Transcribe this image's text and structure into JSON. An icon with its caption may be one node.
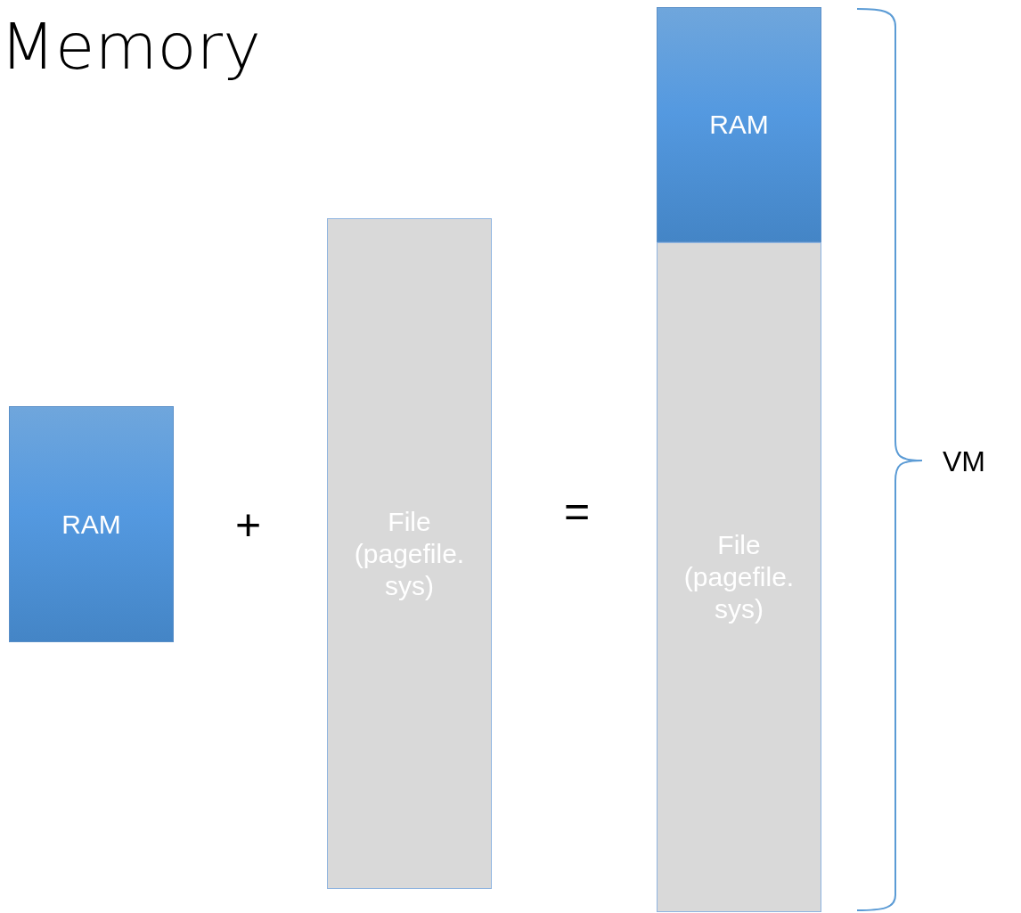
{
  "diagram": {
    "title": "Memory",
    "nodes": [
      {
        "text": [
          "RAM"
        ]
      },
      {
        "text": [
          "File (pagefile. sys)"
        ]
      },
      {
        "text": [
          "RAM"
        ]
      },
      {
        "text": [
          "File (pagefile. sys)"
        ]
      }
    ],
    "labels": [
      "+",
      "=",
      "VM"
    ]
  }
}
